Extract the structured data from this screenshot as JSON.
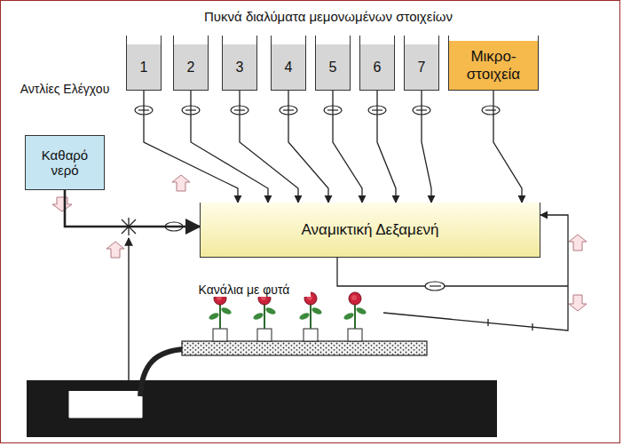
{
  "diagram": {
    "title": "Πυκνά διαλύματα μεμονωμένων στοιχείων",
    "nodes": [
      {
        "text": [
          "1"
        ]
      },
      {
        "text": [
          "2"
        ]
      },
      {
        "text": [
          "3"
        ]
      },
      {
        "text": [
          "4"
        ]
      },
      {
        "text": [
          "5"
        ]
      },
      {
        "text": [
          "6"
        ]
      },
      {
        "text": [
          "7"
        ]
      },
      {
        "text": [
          "Μικρο-στοιχεία"
        ]
      },
      {
        "text": [
          "Καθαρό νερό"
        ]
      },
      {
        "text": [
          "Αναμικτική Δεξαμενή"
        ]
      }
    ],
    "edges": [
      {
        "from": 0,
        "to": 9,
        "arrow": "to"
      },
      {
        "from": 1,
        "to": 9,
        "arrow": "to"
      },
      {
        "from": 2,
        "to": 9,
        "arrow": "to"
      },
      {
        "from": 3,
        "to": 9,
        "arrow": "to"
      },
      {
        "from": 4,
        "to": 9,
        "arrow": "to"
      },
      {
        "from": 5,
        "to": 9,
        "arrow": "to"
      },
      {
        "from": 6,
        "to": 9,
        "arrow": "to"
      },
      {
        "from": 7,
        "to": 9,
        "arrow": "to"
      },
      {
        "from": 8,
        "to": 9,
        "arrow": "to"
      }
    ],
    "labels": [
      "Αντλίες Ελέγχου",
      "Κανάλια με φυτά"
    ]
  }
}
